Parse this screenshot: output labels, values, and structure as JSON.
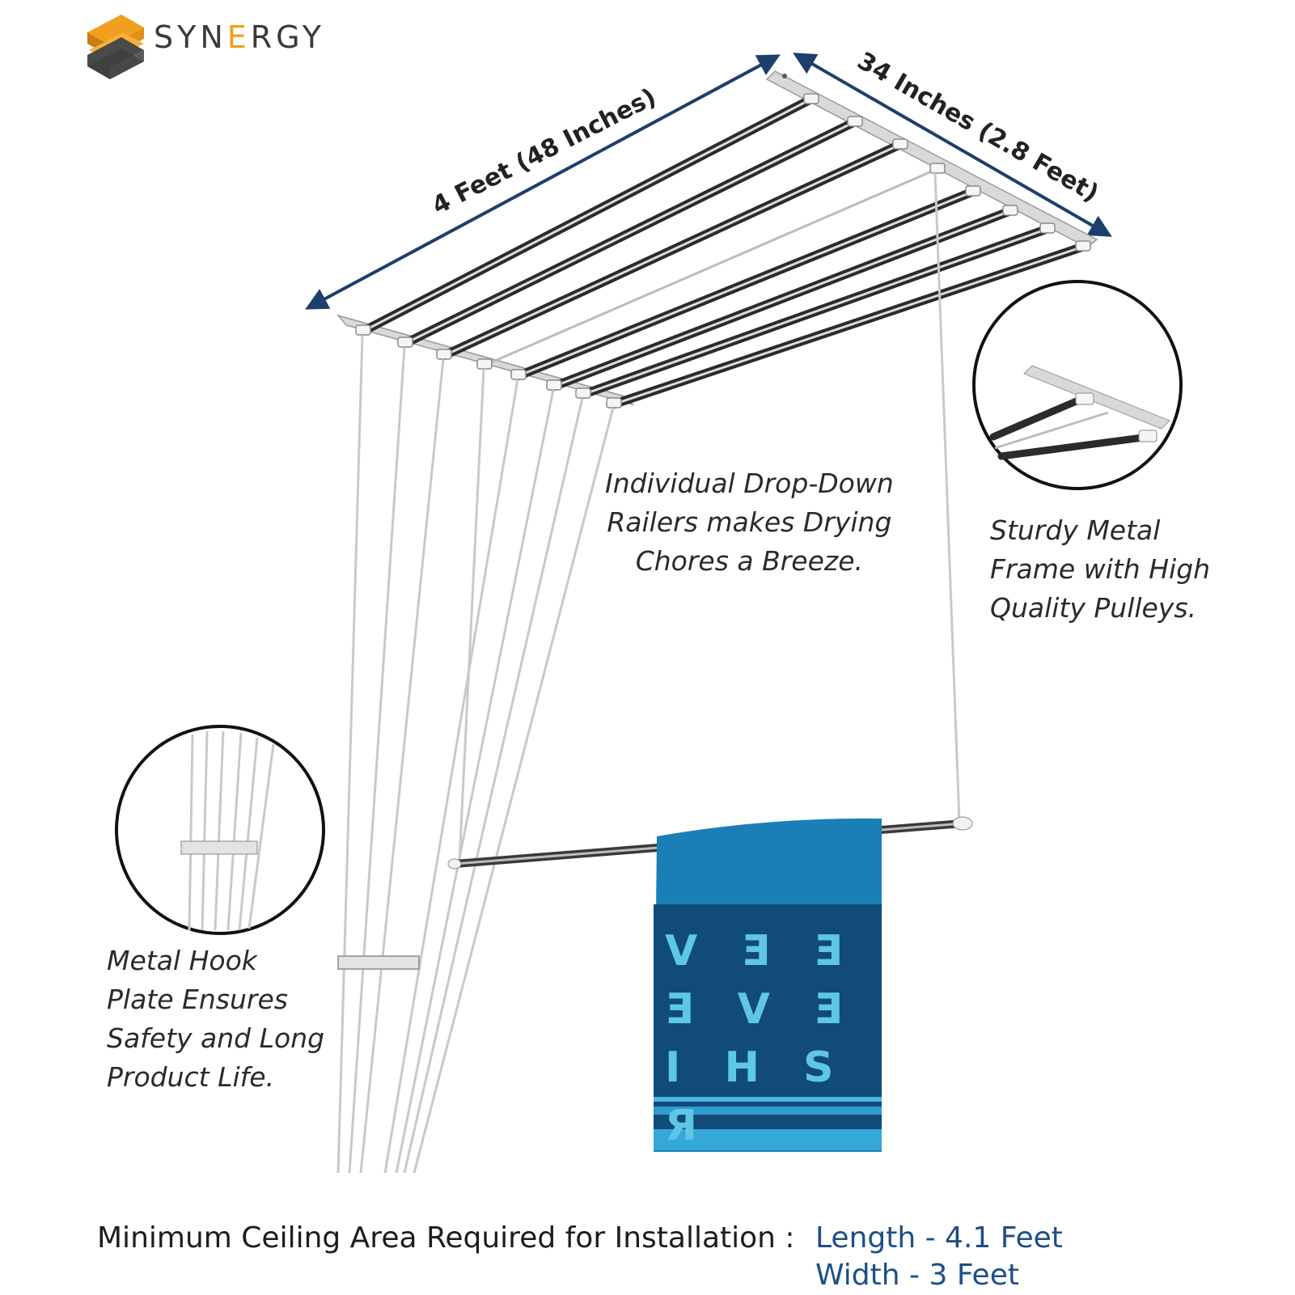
{
  "brand": {
    "name_prefix": "SYN",
    "name_accent": "E",
    "name_suffix": "RGY",
    "colors": {
      "logo_dark": "#4a4a4a",
      "logo_orange": "#f0a01e",
      "wordmark": "#3a3a3a"
    }
  },
  "dimensions": {
    "length_label": "4 Feet (48 Inches)",
    "width_label": "34 Inches (2.8 Feet)",
    "arrow_color": "#1d3f6b"
  },
  "callouts": {
    "drop_down": [
      "Individual Drop-Down",
      "Railers makes Drying",
      "Chores a Breeze."
    ],
    "frame": [
      "Sturdy Metal",
      "Frame with High",
      "Quality Pulleys."
    ],
    "hook": [
      "Metal Hook",
      "Plate Ensures",
      "Safety and Long",
      "Product Life."
    ]
  },
  "towel": {
    "color": "#1a7fb6",
    "dark_band": "#114b78",
    "print_rows": [
      "V Ǝ Ǝ",
      "Ǝ V Ǝ",
      "I H S Я"
    ]
  },
  "footer": {
    "label": "Minimum Ceiling Area Required for Installation :",
    "length_spec": "Length - 4.1 Feet",
    "width_spec": "Width - 3 Feet",
    "spec_color": "#1d4f86"
  }
}
